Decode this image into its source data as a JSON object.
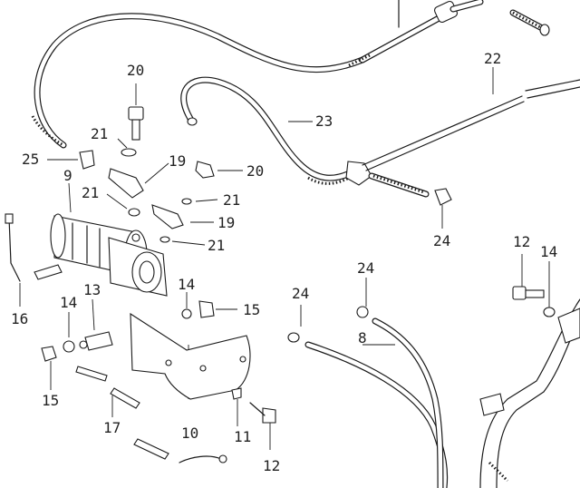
{
  "callouts": [
    {
      "id": "label-20-top",
      "text": "20"
    },
    {
      "id": "label-21-a",
      "text": "21"
    },
    {
      "id": "label-25",
      "text": "25"
    },
    {
      "id": "label-19-a",
      "text": "19"
    },
    {
      "id": "label-20-right",
      "text": "20"
    },
    {
      "id": "label-9",
      "text": "9"
    },
    {
      "id": "label-21-b",
      "text": "21"
    },
    {
      "id": "label-21-c",
      "text": "21"
    },
    {
      "id": "label-19-b",
      "text": "19"
    },
    {
      "id": "label-21-d",
      "text": "21"
    },
    {
      "id": "label-23",
      "text": "23"
    },
    {
      "id": "label-22",
      "text": "22"
    },
    {
      "id": "label-24-a",
      "text": "24"
    },
    {
      "id": "label-24-b",
      "text": "24"
    },
    {
      "id": "label-24-c",
      "text": "24"
    },
    {
      "id": "label-8",
      "text": "8"
    },
    {
      "id": "label-12-right",
      "text": "12"
    },
    {
      "id": "label-14-right",
      "text": "14"
    },
    {
      "id": "label-16",
      "text": "16"
    },
    {
      "id": "label-14-left",
      "text": "14"
    },
    {
      "id": "label-13",
      "text": "13"
    },
    {
      "id": "label-14-mid",
      "text": "14"
    },
    {
      "id": "label-15-mid",
      "text": "15"
    },
    {
      "id": "label-15-left",
      "text": "15"
    },
    {
      "id": "label-17",
      "text": "17"
    },
    {
      "id": "label-10",
      "text": "10"
    },
    {
      "id": "label-11",
      "text": "11"
    },
    {
      "id": "label-12-bottom",
      "text": "12"
    }
  ]
}
